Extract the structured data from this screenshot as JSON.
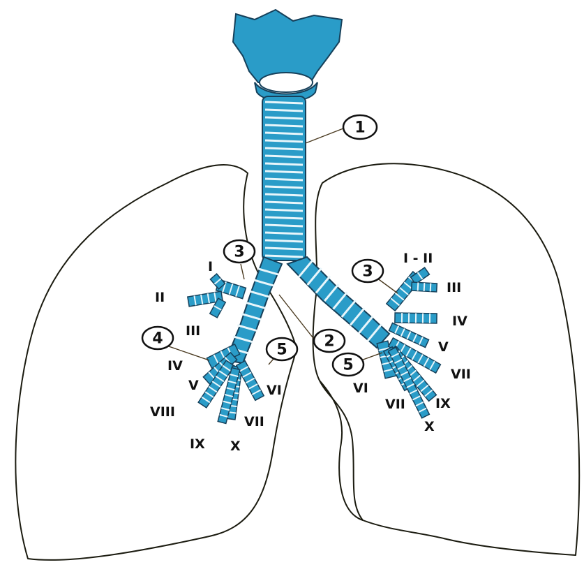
{
  "callouts": [
    "1",
    "2",
    "3",
    "3",
    "4",
    "5",
    "5"
  ],
  "right_lung_segments": [
    "I",
    "II",
    "III",
    "IV",
    "V",
    "VI",
    "VII",
    "VIII",
    "IX",
    "X"
  ],
  "left_lung_segments": [
    "I - II",
    "III",
    "IV",
    "V",
    "VI",
    "VII",
    "VII",
    "IX",
    "X"
  ],
  "colors": {
    "airway": "#2a9cc8",
    "cartilage": "#e8f6fb",
    "outline": "#1b1b10"
  }
}
